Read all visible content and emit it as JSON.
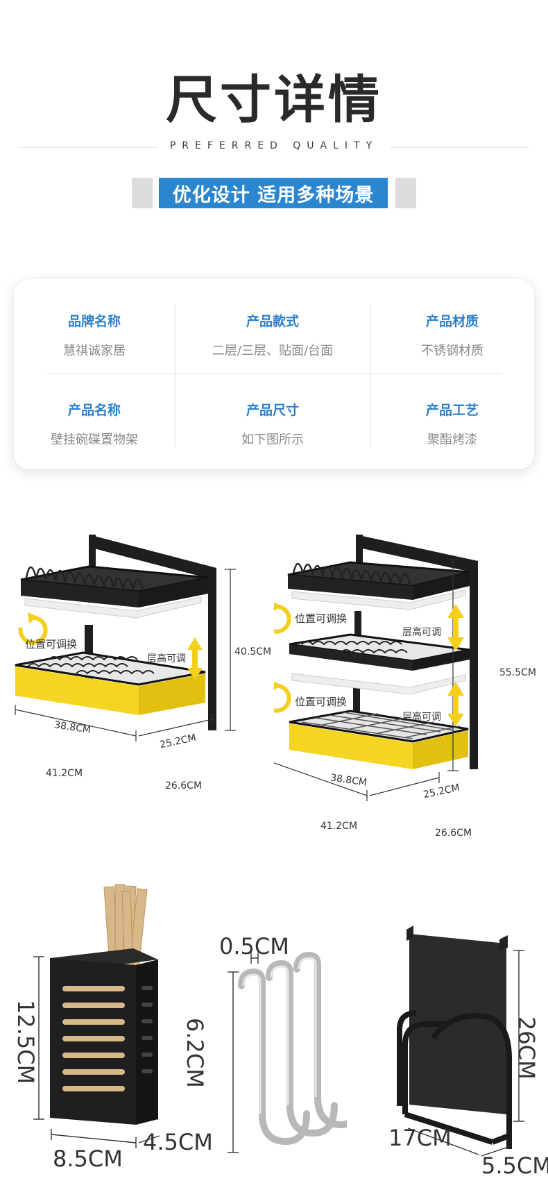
{
  "header": {
    "title": "尺寸详情",
    "subtitle": "PREFERRED QUALITY",
    "banner": "优化设计 适用多种场景"
  },
  "info": [
    {
      "label": "品牌名称",
      "value": "慧祺诚家居"
    },
    {
      "label": "产品款式",
      "value": "二层/三层、贴面/台面"
    },
    {
      "label": "产品材质",
      "value": "不锈钢材质"
    },
    {
      "label": "产品名称",
      "value": "壁挂碗碟置物架"
    },
    {
      "label": "产品尺寸",
      "value": "如下图所示"
    },
    {
      "label": "产品工艺",
      "value": "聚酯烤漆"
    }
  ],
  "rack2": {
    "height": "40.5CM",
    "width": "41.2CM",
    "depth": "26.6CM",
    "tray_w": "38.8CM",
    "tray_d": "25.2CM",
    "note_position": "位置可调换",
    "note_layer": "层高可调"
  },
  "rack3": {
    "height": "55.5CM",
    "width": "41.2CM",
    "depth": "26.6CM",
    "tray_w": "38.8CM",
    "tray_d": "25.2CM",
    "note_position_1": "位置可调换",
    "note_layer_1": "层高可调",
    "note_position_2": "位置可调换",
    "note_layer_2": "层高可调"
  },
  "holder": {
    "height": "12.5CM",
    "width": "8.5CM",
    "depth": "4.5CM"
  },
  "hooks": {
    "thickness": "0.5CM",
    "height": "6.2CM"
  },
  "board_rack": {
    "height": "26CM",
    "width": "17CM",
    "depth": "5.5CM"
  },
  "colors": {
    "accent_blue": "#2a86cf",
    "label_blue": "#2a7fcb",
    "tray_yellow": "#f5d524",
    "arrow_yellow": "#f4cf1c",
    "rack_black": "#1e1e1e"
  },
  "icons": [
    "curved-arrow-icon",
    "double-arrow-icon"
  ]
}
